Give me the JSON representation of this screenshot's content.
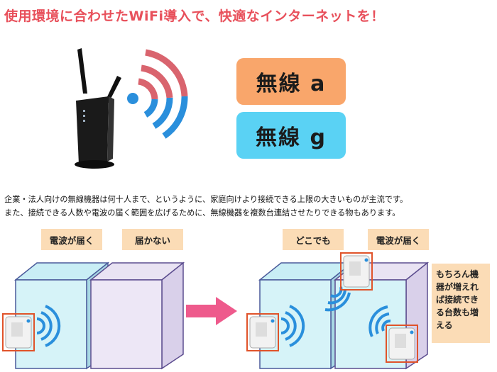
{
  "title": "使用環境に合わせたWiFi導入で、快適なインターネットを！",
  "badges": {
    "a": "無線 a",
    "g": "無線 g"
  },
  "description": {
    "line1": "企業・法人向けの無線機器は何十人まで、というように、家庭向けより接続できる上限の大きいものが主流です。",
    "line2": "また、接続できる人数や電波の届く範囲を広げるために、無線機器を複数台連結させたりできる物もあります。"
  },
  "labels": {
    "reach_left": "電波が届く",
    "no_reach": "届かない",
    "anywhere": "どこでも",
    "reach_right": "電波が届く"
  },
  "note": {
    "line1": "もちろん機",
    "line2": "器が増えれ",
    "line3": "ば接続でき",
    "line4": "る台数も増",
    "line5": "える"
  },
  "colors": {
    "title": "#e8505b",
    "badge_a": "#f9a66b",
    "badge_g": "#5ad2f4",
    "label_bg": "#fbdcb6",
    "wave_red": "#d9646e",
    "wave_blue": "#2a8fdc",
    "arrow": "#ee5a8c"
  },
  "icons": {
    "router": "wifi-router-icon",
    "access_point": "access-point-icon",
    "arrow": "right-arrow-icon",
    "wifi_waves": "wifi-signal-icon"
  }
}
